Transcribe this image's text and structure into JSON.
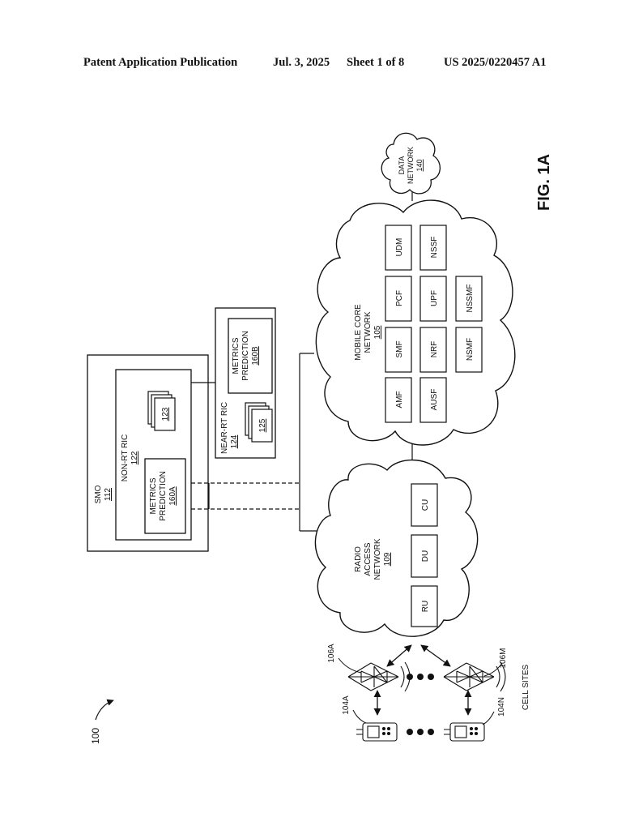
{
  "header": {
    "left": "Patent Application Publication",
    "date": "Jul. 3, 2025",
    "sheet": "Sheet 1 of 8",
    "pub_number": "US 2025/0220457 A1"
  },
  "figure": {
    "label": "FIG. 1A",
    "ref": "100",
    "smo": {
      "name": "SMO",
      "ref": "112"
    },
    "non_rt_ric": {
      "name": "NON-RT RIC",
      "ref": "122"
    },
    "non_rt_apps_ref": "123",
    "metrics_a": {
      "line1": "METRICS",
      "line2": "PREDICTION",
      "ref": "160A"
    },
    "near_rt_ric": {
      "name": "NEAR-RT RIC",
      "ref": "124"
    },
    "near_rt_apps_ref": "125",
    "metrics_b": {
      "line1": "METRICS",
      "line2": "PREDICTION",
      "ref": "160B"
    },
    "ran": {
      "line1": "RADIO",
      "line2": "ACCESS",
      "line3": "NETWORK",
      "ref": "109"
    },
    "ran_components": [
      "RU",
      "DU",
      "CU"
    ],
    "core": {
      "line1": "MOBILE CORE",
      "line2": "NETWORK",
      "ref": "105"
    },
    "core_row1": [
      "AMF",
      "SMF",
      "PCF",
      "UDM"
    ],
    "core_row2": [
      "AUSF",
      "NRF",
      "UPF",
      "NSSF"
    ],
    "core_row3": [
      "NSMF",
      "NSSMF"
    ],
    "data_network": {
      "line1": "DATA",
      "line2": "NETWORK",
      "ref": "140"
    },
    "cell_sites_label": "CELL SITES",
    "tower_a": "106A",
    "tower_m": "106M",
    "device_a": "104A",
    "device_n": "104N"
  }
}
